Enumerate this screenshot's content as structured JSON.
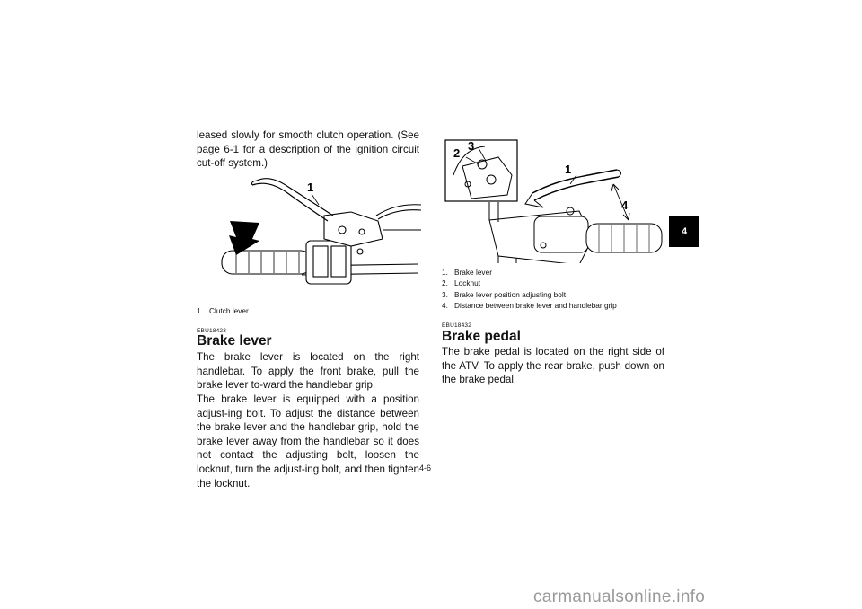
{
  "left_column": {
    "intro_text": "leased slowly for smooth clutch operation. (See page 6-1 for a description of the ignition circuit cut-off system.)",
    "figure1": {
      "callout": "1",
      "caption": [
        {
          "num": "1.",
          "text": "Clutch lever"
        }
      ]
    },
    "section_code": "EBU18423",
    "section_title": "Brake lever",
    "body_p1": "The brake lever is located on the right handlebar. To apply the front brake, pull the brake lever to-ward the handlebar grip.",
    "body_p2": "The brake lever is equipped with a position adjust-ing bolt. To adjust the distance between the brake lever and the handlebar grip, hold the brake lever away from the handlebar so it does not contact the adjusting bolt, loosen the locknut, turn the adjust-ing bolt, and then tighten the locknut."
  },
  "right_column": {
    "figure2": {
      "callouts": [
        "2",
        "3",
        "1",
        "4"
      ],
      "caption": [
        {
          "num": "1.",
          "text": "Brake lever"
        },
        {
          "num": "2.",
          "text": "Locknut"
        },
        {
          "num": "3.",
          "text": "Brake lever position adjusting bolt"
        },
        {
          "num": "4.",
          "text": "Distance between brake lever and handlebar grip"
        }
      ]
    },
    "section_code": "EBU18432",
    "section_title": "Brake pedal",
    "body_p1": "The brake pedal is located on the right side of the ATV. To apply the rear brake, push down on the brake pedal."
  },
  "chapter_tab": "4",
  "page_number": "4-6",
  "watermark": "carmanualsonline.info"
}
